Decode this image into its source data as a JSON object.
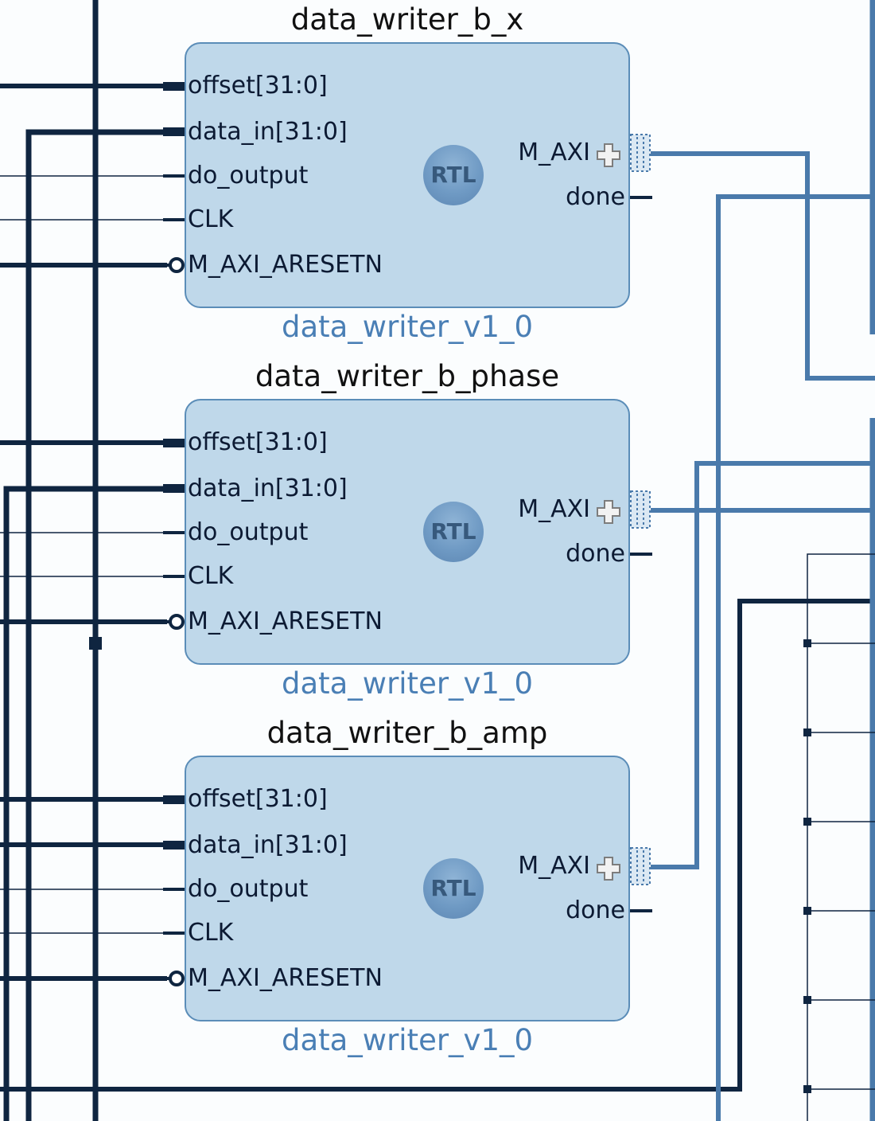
{
  "blocks": [
    {
      "instance_name": "data_writer_b_x",
      "ip_name": "data_writer_v1_0",
      "inputs": [
        "offset[31:0]",
        "data_in[31:0]",
        "do_output",
        "CLK",
        "M_AXI_ARESETN"
      ],
      "outputs": [
        "M_AXI",
        "done"
      ],
      "badge": "RTL"
    },
    {
      "instance_name": "data_writer_b_phase",
      "ip_name": "data_writer_v1_0",
      "inputs": [
        "offset[31:0]",
        "data_in[31:0]",
        "do_output",
        "CLK",
        "M_AXI_ARESETN"
      ],
      "outputs": [
        "M_AXI",
        "done"
      ],
      "badge": "RTL"
    },
    {
      "instance_name": "data_writer_b_amp",
      "ip_name": "data_writer_v1_0",
      "inputs": [
        "offset[31:0]",
        "data_in[31:0]",
        "do_output",
        "CLK",
        "M_AXI_ARESETN"
      ],
      "outputs": [
        "M_AXI",
        "done"
      ],
      "badge": "RTL"
    }
  ],
  "colors": {
    "block_fill": "#bfd8ea",
    "block_border": "#5b8db8",
    "bus_wire": "#4a7aab",
    "signal_wire": "#0f2540",
    "ip_label": "#4a7fb5"
  },
  "icons": [
    "rtl-badge-icon",
    "bus-plus-icon",
    "bus-connector-icon",
    "active-low-bubble-icon"
  ]
}
